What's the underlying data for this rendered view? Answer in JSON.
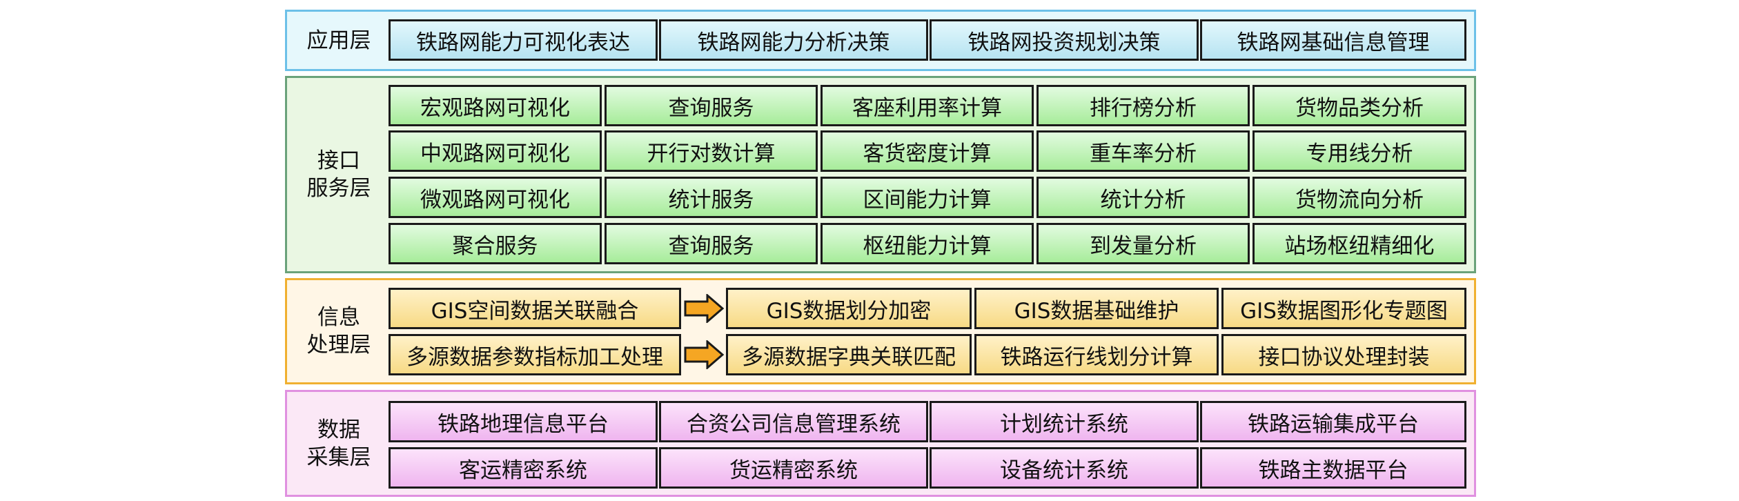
{
  "layers": {
    "app": {
      "label": "应用层",
      "items": [
        "铁路网能力可视化表达",
        "铁路网能力分析决策",
        "铁路网投资规划决策",
        "铁路网基础信息管理"
      ]
    },
    "api": {
      "label": "接口\n服务层",
      "rows": [
        [
          "宏观路网可视化",
          "查询服务",
          "客座利用率计算",
          "排行榜分析",
          "货物品类分析"
        ],
        [
          "中观路网可视化",
          "开行对数计算",
          "客货密度计算",
          "重车率分析",
          "专用线分析"
        ],
        [
          "微观路网可视化",
          "统计服务",
          "区间能力计算",
          "统计分析",
          "货物流向分析"
        ],
        [
          "聚合服务",
          "查询服务",
          "枢纽能力计算",
          "到发量分析",
          "站场枢纽精细化"
        ]
      ]
    },
    "proc": {
      "label": "信息\n处理层",
      "rows": [
        [
          "GIS空间数据关联融合",
          "GIS数据划分加密",
          "GIS数据基础维护",
          "GIS数据图形化专题图"
        ],
        [
          "多源数据参数指标加工处理",
          "多源数据字典关联匹配",
          "铁路运行线划分计算",
          "接口协议处理封装"
        ]
      ]
    },
    "data": {
      "label": "数据\n采集层",
      "rows": [
        [
          "铁路地理信息平台",
          "合资公司信息管理系统",
          "计划统计系统",
          "铁路运输集成平台"
        ],
        [
          "客运精密系统",
          "货运精密系统",
          "设备统计系统",
          "铁路主数据平台"
        ]
      ]
    }
  },
  "colors": {
    "app_fill": "#b6e3f1",
    "api_fill": "#a7ec9a",
    "proc_fill": "#f7da85",
    "data_fill": "#efb5ef",
    "arrow_fill": "#f5a623"
  }
}
